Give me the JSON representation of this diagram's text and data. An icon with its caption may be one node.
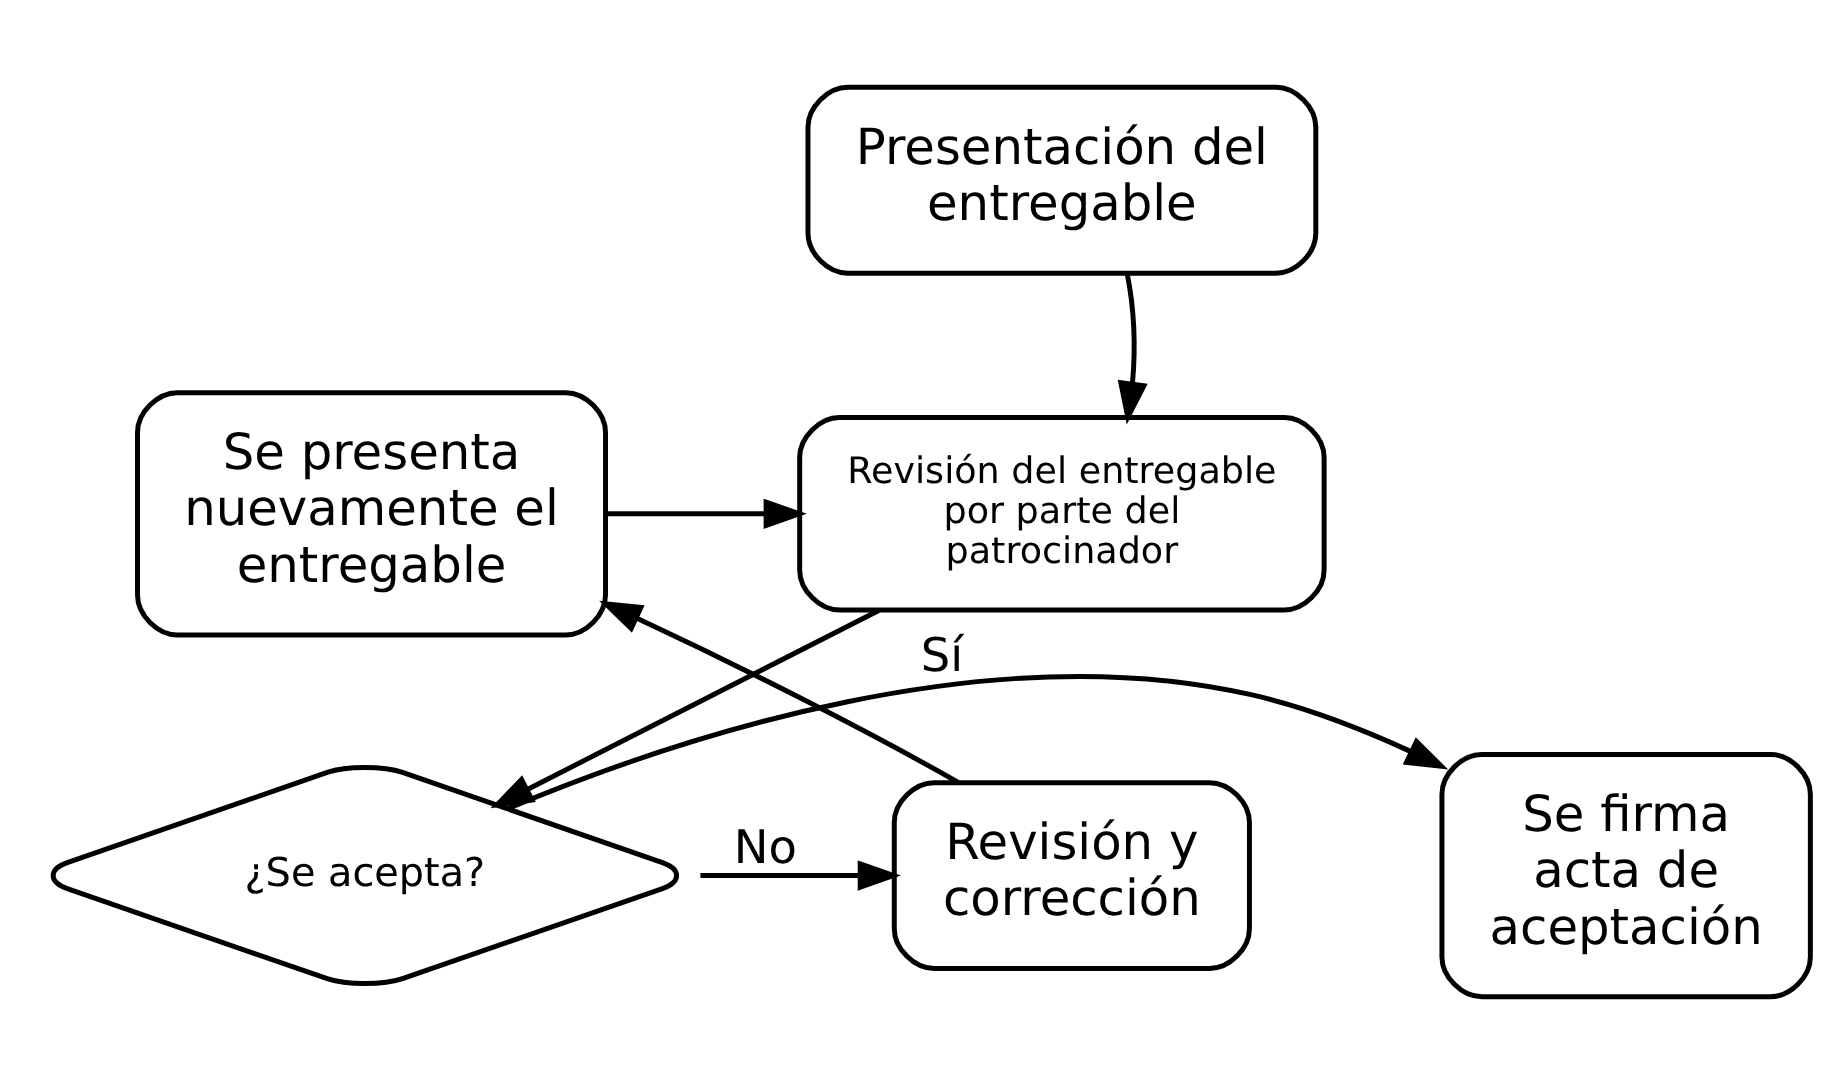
{
  "diagram": {
    "nodes": [
      {
        "text": [
          "Presentación del entregable"
        ]
      },
      {
        "text": [
          "Se presenta nuevamente el entregable"
        ]
      },
      {
        "text": [
          "Revisión del entregable por parte del patrocinador"
        ]
      },
      {
        "text": [
          "¿Se acepta?"
        ]
      },
      {
        "text": [
          "Revisión y corrección"
        ]
      },
      {
        "text": [
          "Se firma acta de aceptación"
        ]
      }
    ],
    "edges": [
      {
        "from": 0,
        "to": 2,
        "arrow": "to"
      },
      {
        "from": 1,
        "to": 2,
        "arrow": "to"
      },
      {
        "from": 2,
        "to": 3,
        "arrow": "to"
      },
      {
        "from": 3,
        "to": 4,
        "arrow": "to",
        "label": "No"
      },
      {
        "from": 3,
        "to": 5,
        "arrow": "to",
        "label": "Sí"
      },
      {
        "from": 4,
        "to": 1,
        "arrow": "to"
      }
    ]
  }
}
